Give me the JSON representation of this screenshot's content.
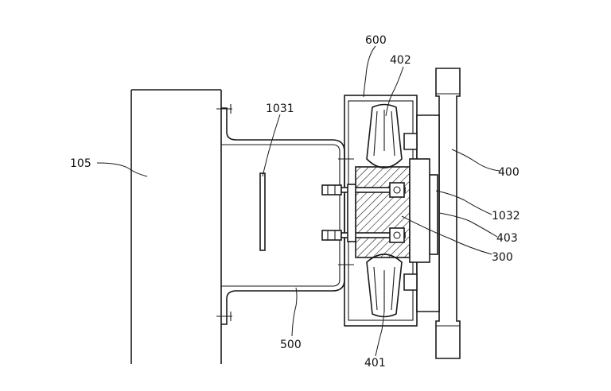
{
  "labels": {
    "l105": "105",
    "l1031": "1031",
    "l600": "600",
    "l402": "402",
    "l400": "400",
    "l1032": "1032",
    "l403": "403",
    "l300": "300",
    "l500": "500",
    "l401": "401"
  }
}
